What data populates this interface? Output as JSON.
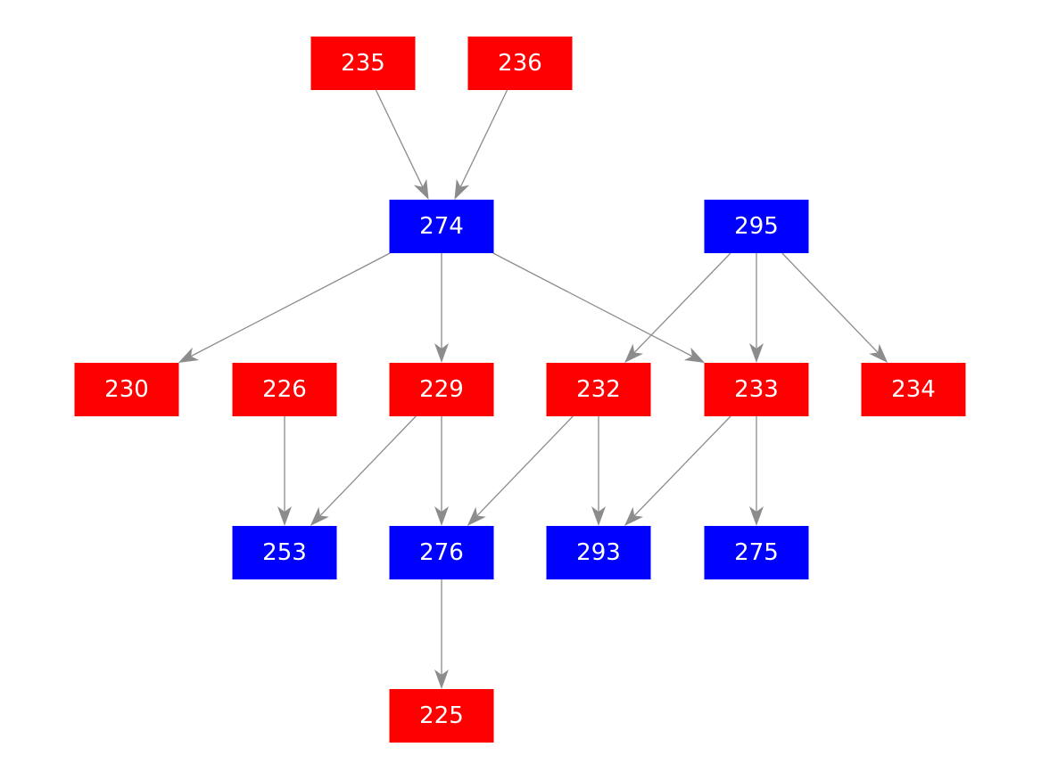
{
  "colors": {
    "red": "#ff0000",
    "blue": "#0000ff",
    "edge": "#8c8c8c",
    "label": "#ffffff"
  },
  "nodes": [
    {
      "id": "235",
      "label": "235",
      "color": "red"
    },
    {
      "id": "236",
      "label": "236",
      "color": "red"
    },
    {
      "id": "274",
      "label": "274",
      "color": "blue"
    },
    {
      "id": "295",
      "label": "295",
      "color": "blue"
    },
    {
      "id": "230",
      "label": "230",
      "color": "red"
    },
    {
      "id": "226",
      "label": "226",
      "color": "red"
    },
    {
      "id": "229",
      "label": "229",
      "color": "red"
    },
    {
      "id": "232",
      "label": "232",
      "color": "red"
    },
    {
      "id": "233",
      "label": "233",
      "color": "red"
    },
    {
      "id": "234",
      "label": "234",
      "color": "red"
    },
    {
      "id": "253",
      "label": "253",
      "color": "blue"
    },
    {
      "id": "276",
      "label": "276",
      "color": "blue"
    },
    {
      "id": "293",
      "label": "293",
      "color": "blue"
    },
    {
      "id": "275",
      "label": "275",
      "color": "blue"
    },
    {
      "id": "225",
      "label": "225",
      "color": "red"
    }
  ],
  "edges": [
    {
      "from": "235",
      "to": "274"
    },
    {
      "from": "236",
      "to": "274"
    },
    {
      "from": "274",
      "to": "230"
    },
    {
      "from": "274",
      "to": "229"
    },
    {
      "from": "274",
      "to": "233"
    },
    {
      "from": "295",
      "to": "232"
    },
    {
      "from": "295",
      "to": "233"
    },
    {
      "from": "295",
      "to": "234"
    },
    {
      "from": "226",
      "to": "253"
    },
    {
      "from": "229",
      "to": "253"
    },
    {
      "from": "229",
      "to": "276"
    },
    {
      "from": "232",
      "to": "276"
    },
    {
      "from": "232",
      "to": "293"
    },
    {
      "from": "233",
      "to": "293"
    },
    {
      "from": "233",
      "to": "275"
    },
    {
      "from": "276",
      "to": "225"
    }
  ]
}
